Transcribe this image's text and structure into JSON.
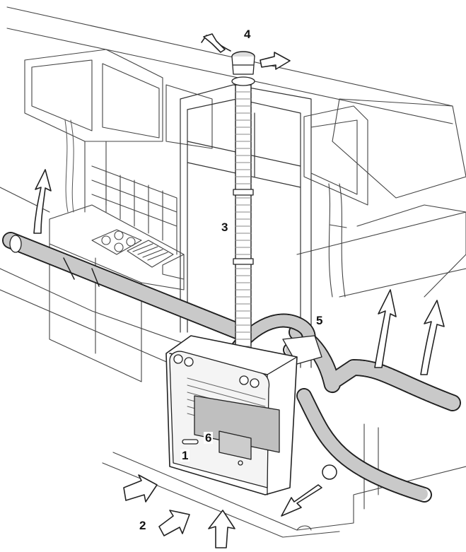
{
  "callouts": {
    "c1": "1",
    "c2": "2",
    "c3": "3",
    "c4": "4",
    "c5": "5",
    "c6": "6"
  },
  "colors": {
    "line": "#222222",
    "shade": "#bfbfbf",
    "paper": "#ffffff"
  }
}
